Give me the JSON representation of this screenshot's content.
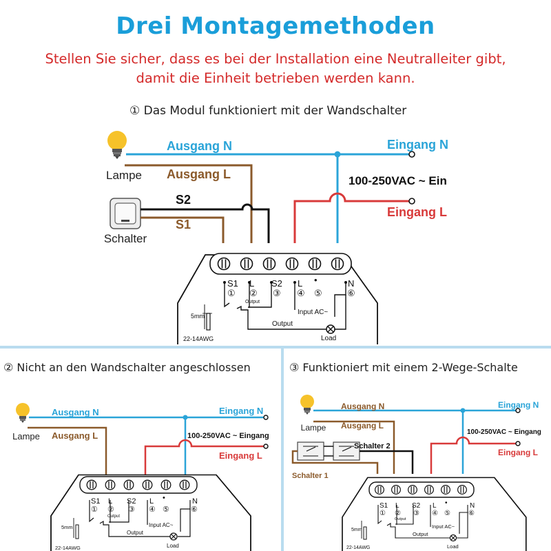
{
  "header": {
    "title": "Drei Montagemethoden",
    "warning_line1": "Stellen Sie sicher, dass es bei der Installation eine Neutralleiter gibt,",
    "warning_line2": "damit die Einheit betrieben werden kann."
  },
  "colors": {
    "title": "#1a9ed9",
    "warning": "#d42a2a",
    "wire_neutral": "#2aa4d8",
    "wire_live": "#d83a3a",
    "wire_output": "#8b5a2b",
    "wire_s2": "#111111",
    "divider": "#b9dcef"
  },
  "icons": [
    "bulb-icon",
    "wall-switch-icon",
    "two-way-switch-icon",
    "load-icon",
    "terminal-screw-icon"
  ],
  "sections": {
    "one": {
      "title": "① Das Modul funktioniert mit der Wandschalter",
      "lamp_label": "Lampe",
      "switch_label": "Schalter",
      "out_n": "Ausgang N",
      "out_l": "Ausgang L",
      "in_n": "Eingang N",
      "in_l": "Eingang L",
      "s2": "S2",
      "s1": "S1",
      "voltage": "100-250VAC ~ Ein"
    },
    "two": {
      "title": "② Nicht an den Wandschalter angeschlossen",
      "lamp_label": "Lampe",
      "out_n": "Ausgang N",
      "out_l": "Ausgang L",
      "in_n": "Eingang N",
      "in_l": "Eingang L",
      "voltage": "100-250VAC ~ Eingang"
    },
    "three": {
      "title": "③ Funktioniert mit einem 2-Wege-Schalte",
      "lamp_label": "Lampe",
      "out_n": "Ausgang N",
      "out_l": "Ausgang L",
      "in_n": "Eingang N",
      "in_l": "Eingang L",
      "switch2": "Schalter 2",
      "switch1": "Schalter 1",
      "voltage": "100-250VAC ~ Eingang"
    }
  },
  "module": {
    "terminals": [
      "S1",
      "L",
      "S2",
      "L",
      "•",
      "N"
    ],
    "terminal_numbers": [
      "①",
      "②",
      "③",
      "④",
      "⑤",
      "⑥"
    ],
    "output_small": "Output",
    "input_label": "Input AC~",
    "output_label": "Output",
    "load_label": "Load",
    "dim_5mm": "5mm",
    "gauge": "22-14AWG"
  }
}
